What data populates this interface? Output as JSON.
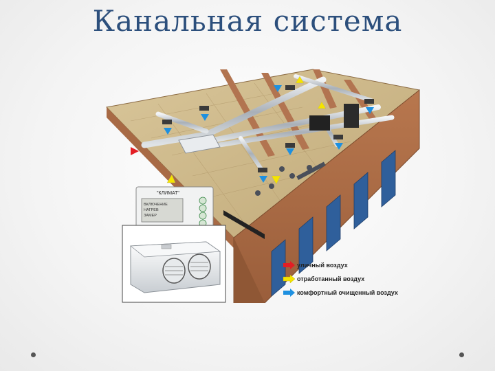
{
  "slide": {
    "title": "Канальная система"
  },
  "controller": {
    "brand": "\"КЛИМАТ\"",
    "lines": [
      "ВКЛЮЧЕНИЕ",
      "НАГРЕВ",
      "ЗАМЕР"
    ]
  },
  "legend": [
    {
      "label": "уличный воздух",
      "color": "#e31e24"
    },
    {
      "label": "отработанный воздух",
      "color": "#f5e400"
    },
    {
      "label": "комфортный очищенный воздух",
      "color": "#1e90e0"
    }
  ]
}
